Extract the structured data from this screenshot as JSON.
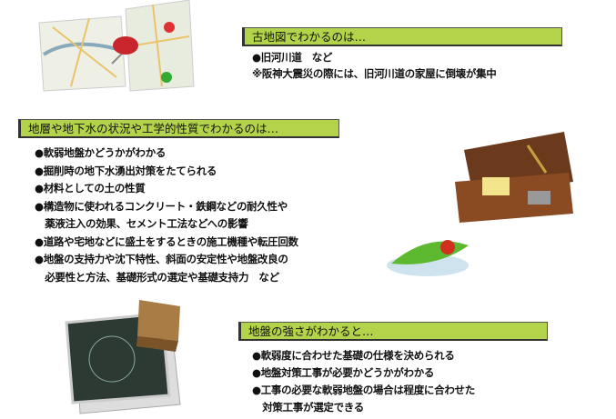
{
  "section1": {
    "title": "古地図でわかるのは…",
    "items": [
      "●旧河川道　など",
      "※阪神大震災の際には、旧河川道の家屋に倒壊が集中"
    ]
  },
  "section2": {
    "title": "地層や地下水の状況や工学的性質でわかるのは…",
    "items": [
      "●軟弱地盤かどうかがわかる",
      "●掘削時の地下水湧出対策をたてられる",
      "●材料としての土の性質",
      "●構造物に使われるコンクリート・鉄鋼などの耐久性や",
      "　薬液注入の効果、セメント工法などへの影響",
      "●道路や宅地などに盛土をするときの施工機種や転圧回数",
      "●地盤の支持力や沈下特性、斜面の安定性や地盤改良の",
      "　必要性と方法、基礎形式の選定や基礎支持力　など"
    ]
  },
  "section3": {
    "title": "地盤の強さがわかると…",
    "items": [
      "●軟弱度に合わせた基礎の仕様を決められる",
      "●地盤対策工事が必要かどうかがわかる",
      "●工事の必要な軟弱地盤の場合は程度に合わせた",
      "　対策工事が選定できる"
    ]
  },
  "colors": {
    "header_bg": "#b3d34a"
  }
}
